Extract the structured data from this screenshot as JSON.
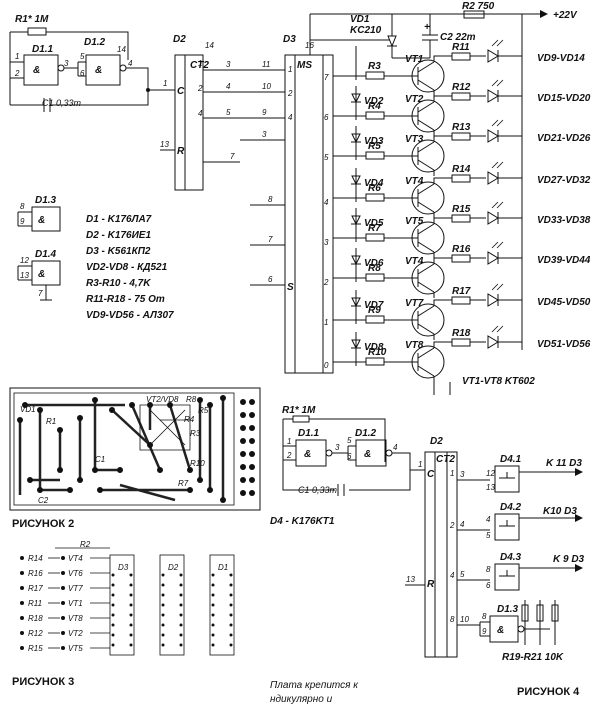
{
  "main": {
    "supply": "+22V",
    "r1": "R1* 1M",
    "d11": "D1.1",
    "d12": "D1.2",
    "c1": "C1 0,33m",
    "c": "C",
    "d2": "D2",
    "ct2": "CT2",
    "r": "R",
    "d3": "D3",
    "ms": "MS",
    "s": "S",
    "vd1a": "VD1",
    "vd1b": "KC210",
    "r2": "R2 750",
    "c2": "C2 22m",
    "vt_note": "VT1-VT8 KT602",
    "amp": "&",
    "d13": "D1.3",
    "d14": "D1.4"
  },
  "legend": [
    "D1 - K176ЛА7",
    "D2 - K176ИЕ1",
    "D3 - K561КП2",
    "VD2-VD8 - КД521",
    "R3-R10 - 4,7K",
    "R11-R18 - 75 Om",
    "VD9-VD56 - АЛ307"
  ],
  "channels": [
    {
      "r": "R3",
      "vd": "",
      "vt": "VT1",
      "rl": "R11",
      "out": "VD9-VD14"
    },
    {
      "r": "R4",
      "vd": "VD2",
      "vt": "VT2",
      "rl": "R12",
      "out": "VD15-VD20"
    },
    {
      "r": "R5",
      "vd": "VD3",
      "vt": "VT3",
      "rl": "R13",
      "out": "VD21-VD26"
    },
    {
      "r": "R6",
      "vd": "VD4",
      "vt": "VT4",
      "rl": "R14",
      "out": "VD27-VD32"
    },
    {
      "r": "R7",
      "vd": "VD5",
      "vt": "VT5",
      "rl": "R15",
      "out": "VD33-VD38"
    },
    {
      "r": "R8",
      "vd": "VD6",
      "vt": "VT4",
      "rl": "R16",
      "out": "VD39-VD44"
    },
    {
      "r": "R9",
      "vd": "VD7",
      "vt": "VT7",
      "rl": "R17",
      "out": "VD45-VD50"
    },
    {
      "r": "R10",
      "vd": "VD8",
      "vt": "VT8",
      "rl": "R18",
      "out": "VD51-VD56"
    }
  ],
  "fig2": {
    "caption": "РИСУНОК 2",
    "labels": [
      "VD1",
      "R1",
      "C1",
      "C2",
      "VT2/VD8",
      "R8",
      "R5",
      "R4",
      "R3",
      "R10",
      "R7"
    ]
  },
  "fig3": {
    "caption": "РИСУНОК 3",
    "rows": [
      {
        "r": "R14",
        "vt": "VT4"
      },
      {
        "r": "R16",
        "vt": "VT6"
      },
      {
        "r": "R17",
        "vt": "VT7"
      },
      {
        "r": "R11",
        "vt": "VT1"
      },
      {
        "r": "R18",
        "vt": "VT8"
      },
      {
        "r": "R12",
        "vt": "VT2"
      },
      {
        "r": "R15",
        "vt": "VT5"
      }
    ],
    "r2": "R2",
    "chips": [
      "D3",
      "D2",
      "D1"
    ]
  },
  "fig4": {
    "caption": "РИСУНОК 4",
    "r1": "R1* 1M",
    "d11": "D1.1",
    "d12": "D1.2",
    "c1": "C1 0,33m",
    "d4note": "D4 - K176KT1",
    "d2": "D2",
    "ct2": "CT2",
    "c": "C",
    "r": "R",
    "d41": "D4.1",
    "d42": "D4.2",
    "d43": "D4.3",
    "d13": "D1.3",
    "k11": "K 11 D3",
    "k10": "K10 D3",
    "k9": "K 9 D3",
    "rnote": "R19-R21 10K"
  },
  "footer": {
    "line1": "Плата крепится к",
    "line2": "ндикулярно      и"
  }
}
